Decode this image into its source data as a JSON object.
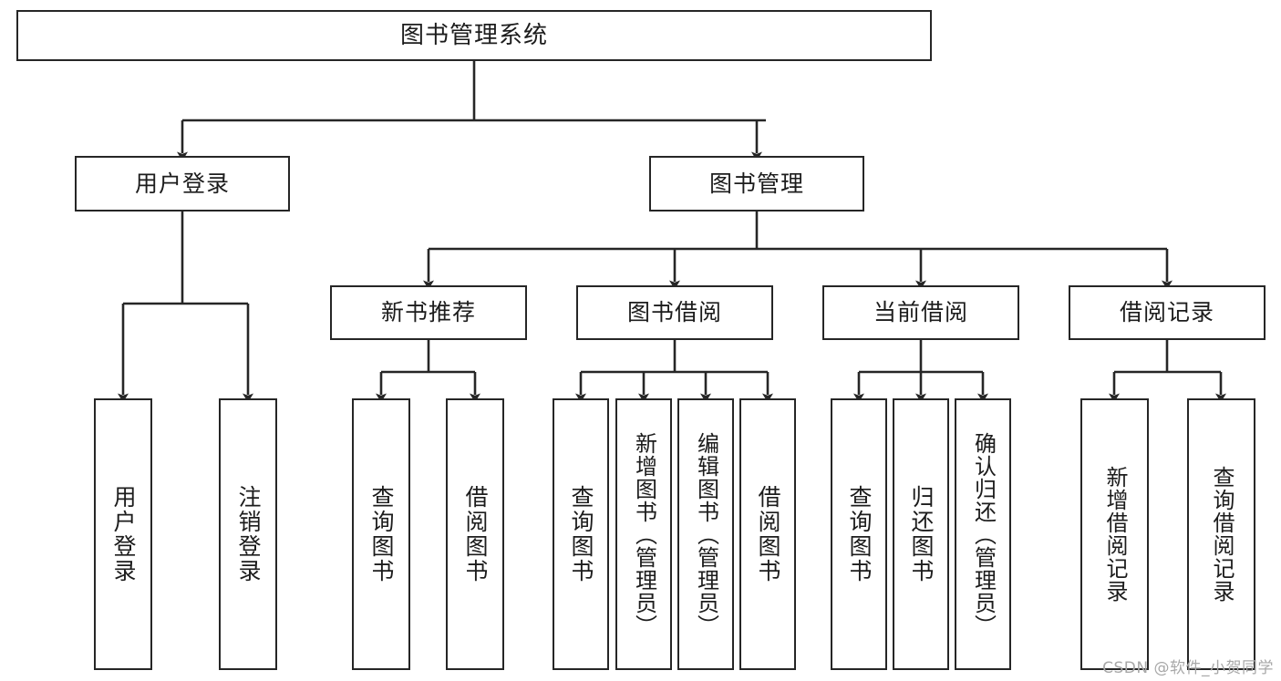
{
  "diagram": {
    "title": "图书管理系统",
    "type": "hierarchy-tree",
    "watermark": "CSDN @软件_小贺同学",
    "colors": {
      "stroke": "#262626",
      "background": "#ffffff",
      "text": "#1c1c1c",
      "watermark": "#a8a8a8"
    },
    "nodes": {
      "root": {
        "label": "图书管理系统"
      },
      "level1": [
        {
          "label": "用户登录"
        },
        {
          "label": "图书管理"
        }
      ],
      "level2": [
        {
          "label": "新书推荐"
        },
        {
          "label": "图书借阅"
        },
        {
          "label": "当前借阅"
        },
        {
          "label": "借阅记录"
        }
      ],
      "leaves": {
        "user_login": [
          {
            "label": "用户登录"
          },
          {
            "label": "注销登录"
          }
        ],
        "new_book": [
          {
            "label": "查询图书"
          },
          {
            "label": "借阅图书"
          }
        ],
        "book_borrow": [
          {
            "label": "查询图书"
          },
          {
            "label": "新增图书（管理员）"
          },
          {
            "label": "编辑图书（管理员）"
          },
          {
            "label": "借阅图书"
          }
        ],
        "current_borrow": [
          {
            "label": "查询图书"
          },
          {
            "label": "归还图书"
          },
          {
            "label": "确认归还（管理员）"
          }
        ],
        "borrow_record": [
          {
            "label": "新增借阅记录"
          },
          {
            "label": "查询借阅记录"
          }
        ]
      }
    }
  }
}
